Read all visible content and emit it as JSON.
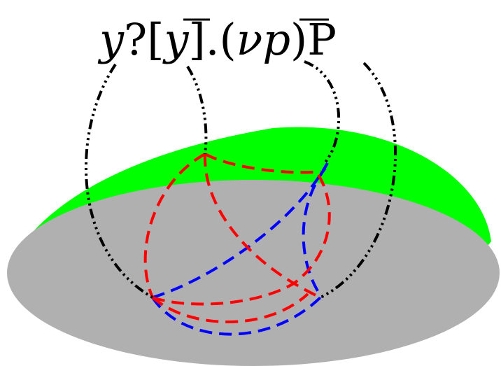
{
  "formula": {
    "parts": {
      "y1": "y",
      "q": "?",
      "lb": "[",
      "y2": "y",
      "rb": "]",
      "dot": ".",
      "lp": "(",
      "nu": "ν",
      "p": "p",
      "rp": ")",
      "P": "P"
    }
  },
  "colors": {
    "dome_top": "#00ff00",
    "dome_base": "#b0b0b0",
    "black_links": "#000000",
    "red_arcs": "#ff0000",
    "blue_arcs": "#0000ff"
  }
}
